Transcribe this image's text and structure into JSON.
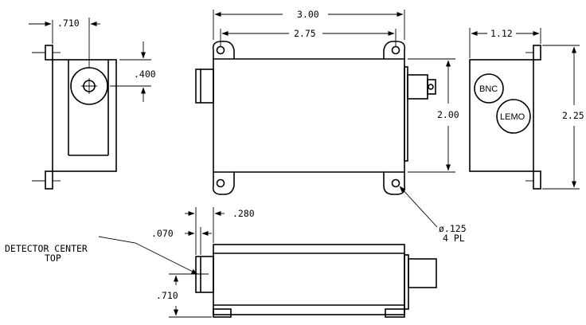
{
  "dimensions": {
    "front_det_offset": ".710",
    "front_det_height": ".400",
    "top_width_overall": "3.00",
    "top_hole_spacing": "2.75",
    "top_height": "2.00",
    "right_depth": "1.12",
    "right_height": "2.25",
    "bottom_offset_a": ".280",
    "bottom_offset_b": ".070",
    "bottom_det_height": ".710",
    "hole_diameter": "ø.125",
    "hole_count": "4 PL"
  },
  "connectors": {
    "bnc": "BNC",
    "lemo": "LEMO"
  },
  "notes": {
    "detector_line1": "DETECTOR CENTER",
    "detector_line2": "TOP"
  }
}
